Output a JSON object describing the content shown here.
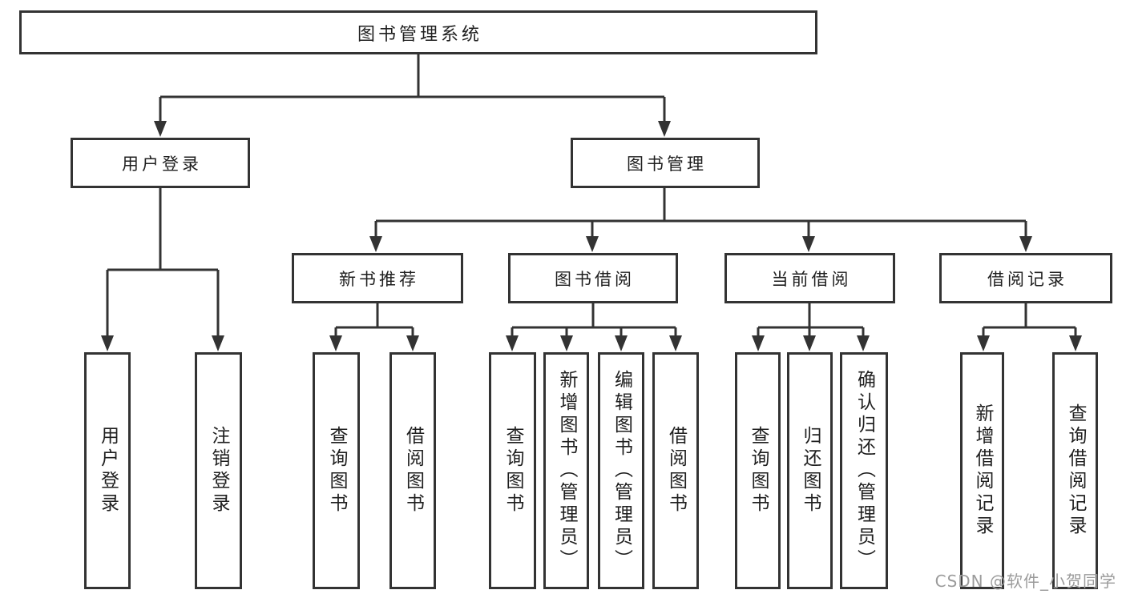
{
  "tree": {
    "root": {
      "label": "图书管理系统",
      "children": [
        {
          "label": "用户登录",
          "children": [
            {
              "label": "用户登录"
            },
            {
              "label": "注销登录"
            }
          ]
        },
        {
          "label": "图书管理",
          "children": [
            {
              "label": "新书推荐",
              "children": [
                {
                  "label": "查询图书"
                },
                {
                  "label": "借阅图书"
                }
              ]
            },
            {
              "label": "图书借阅",
              "children": [
                {
                  "label": "查询图书"
                },
                {
                  "label": "新增图书（管理员）"
                },
                {
                  "label": "编辑图书（管理员）"
                },
                {
                  "label": "借阅图书"
                }
              ]
            },
            {
              "label": "当前借阅",
              "children": [
                {
                  "label": "查询图书"
                },
                {
                  "label": "归还图书"
                },
                {
                  "label": "确认归还（管理员）"
                }
              ]
            },
            {
              "label": "借阅记录",
              "children": [
                {
                  "label": "新增借阅记录"
                },
                {
                  "label": "查询借阅记录"
                }
              ]
            }
          ]
        }
      ]
    }
  },
  "watermark": {
    "text": "CSDN @软件_小贺同学"
  },
  "colors": {
    "line": "#333333",
    "box_border": "#333333",
    "text": "#1f1f1f",
    "watermark": "#9b9b9b",
    "background": "#ffffff"
  }
}
